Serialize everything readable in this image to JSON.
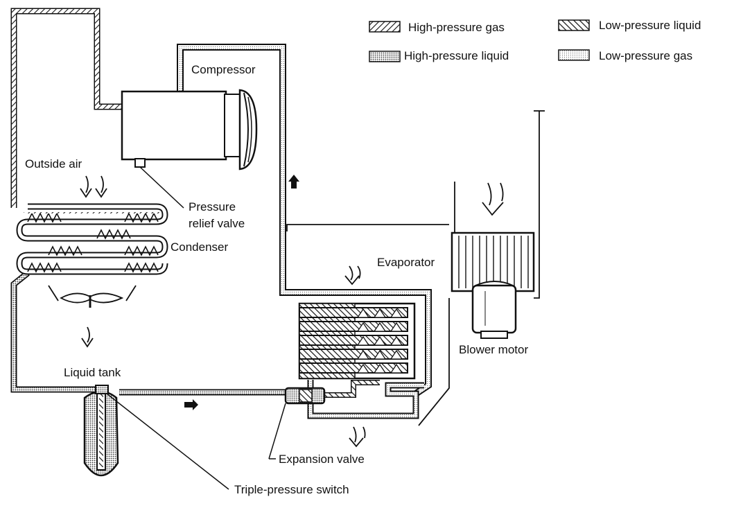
{
  "legend": [
    {
      "label": "High-pressure gas",
      "pattern": "hatch-fwd"
    },
    {
      "label": "Low-pressure liquid",
      "pattern": "hatch-back"
    },
    {
      "label": "High-pressure liquid",
      "pattern": "dots-dense"
    },
    {
      "label": "Low-pressure gas",
      "pattern": "dots-light"
    }
  ],
  "labels": {
    "compressor": "Compressor",
    "outside_air": "Outside air",
    "pressure_relief_1": "Pressure",
    "pressure_relief_2": "relief valve",
    "condenser": "Condenser",
    "evaporator": "Evaporator",
    "blower_motor": "Blower motor",
    "liquid_tank": "Liquid tank",
    "expansion_valve": "Expansion valve",
    "triple_pressure_switch": "Triple-pressure switch"
  },
  "colors": {
    "ink": "#111111",
    "background": "#ffffff"
  }
}
